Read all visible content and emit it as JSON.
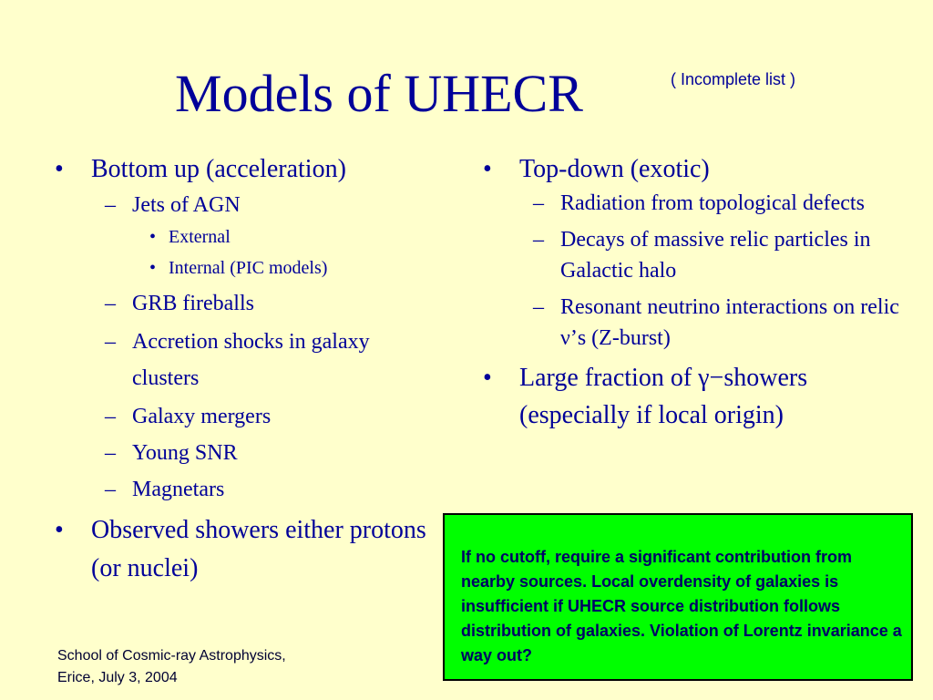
{
  "slide": {
    "title": "Models of UHECR",
    "subtitle": "( Incomplete list )",
    "left": {
      "bottom_up": "Bottom up (acceleration)",
      "jets": "Jets of AGN",
      "external": "External",
      "internal": "Internal (PIC models)",
      "grb": "GRB fireballs",
      "accretion_1": "Accretion shocks in galaxy",
      "accretion_2": "clusters",
      "mergers": "Galaxy mergers",
      "snr": "Young SNR",
      "magnetars": "Magnetars",
      "observed": "Observed showers either protons (or nuclei)"
    },
    "right": {
      "top_down": "Top-down (exotic)",
      "radiation": "Radiation from topological defects",
      "decays": "Decays of massive relic particles in Galactic halo",
      "resonant": "Resonant neutrino interactions on relic ν’s (Z-burst)",
      "gamma": "Large fraction of γ−showers (especially if local origin)"
    },
    "note": "If no cutoff, require a significant contribution from nearby sources.  Local overdensity of galaxies is insufficient if UHECR source distribution follows distribution of galaxies.  Violation of Lorentz invariance a way out?",
    "footer": {
      "line1": "School of Cosmic-ray Astrophysics,",
      "line2": "Erice, July 3, 2004"
    },
    "bullets": {
      "dot": "•",
      "dash": "–"
    },
    "colors": {
      "background": "#ffffcc",
      "text": "#000099",
      "note_box": "#00ff00"
    }
  }
}
